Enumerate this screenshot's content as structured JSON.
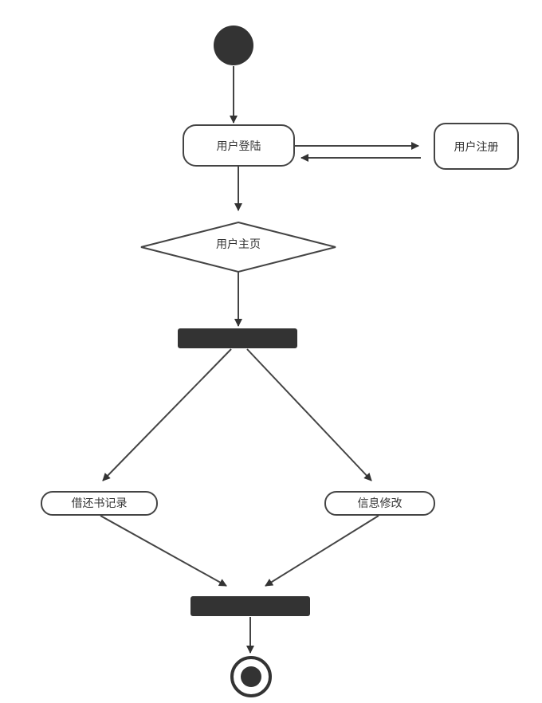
{
  "diagram": {
    "type": "uml-activity",
    "nodes": {
      "login": "用户登陆",
      "register": "用户注册",
      "home": "用户主页",
      "borrow_records": "借还书记录",
      "info_edit": "信息修改"
    },
    "colors": {
      "stroke": "#444444",
      "fill_dark": "#333333",
      "node_fill": "#ffffff",
      "text": "#333333"
    }
  }
}
